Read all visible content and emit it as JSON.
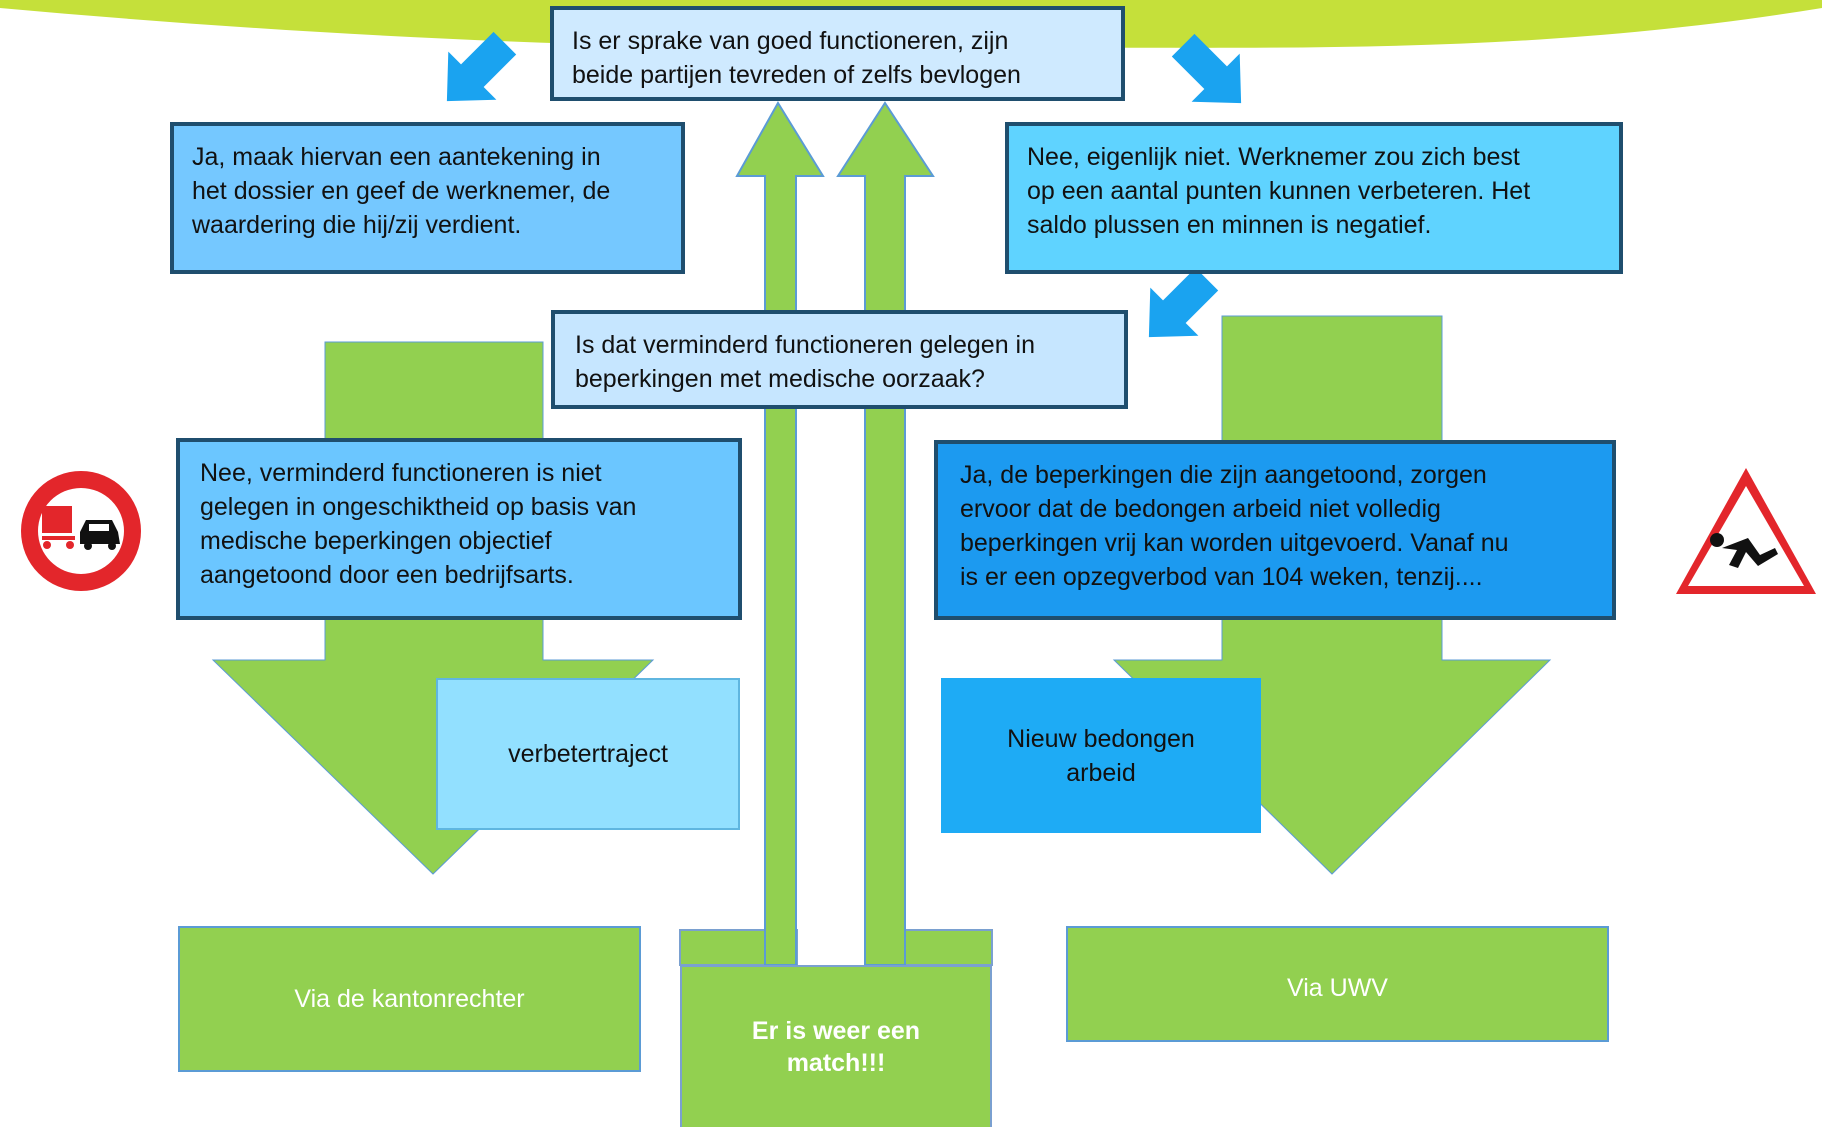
{
  "question_top": {
    "line1": "Is er sprake van goed functioneren, zijn",
    "line2": "beide partijen tevreden of zelfs bevlogen"
  },
  "answer_yes_left": {
    "line1": "Ja, maak hiervan een aantekening in",
    "line2": "het dossier en geef de werknemer, de",
    "line3": "waardering die hij/zij verdient."
  },
  "answer_no_right": {
    "line1": "Nee, eigenlijk niet. Werknemer zou zich best",
    "line2": "op een aantal punten kunnen verbeteren. Het",
    "line3": "saldo plussen en minnen is negatief."
  },
  "question_mid": {
    "line1": "Is dat verminderd functioneren gelegen in",
    "line2": "beperkingen met medische oorzaak?"
  },
  "answer_nee_left": {
    "line1": "Nee, verminderd functioneren is niet",
    "line2": "gelegen in ongeschiktheid op basis van",
    "line3": "medische beperkingen objectief",
    "line4": "aangetoond door een bedrijfsarts."
  },
  "answer_ja_right": {
    "line1": "Ja, de beperkingen die zijn aangetoond, zorgen",
    "line2": "ervoor dat de bedongen arbeid niet volledig",
    "line3": "beperkingen vrij kan worden uitgevoerd. Vanaf nu",
    "line4": "is er een opzegverbod van 104 weken, tenzij...."
  },
  "verbetertraject": "verbetertraject",
  "nieuw_bedongen": {
    "line1": "Nieuw bedongen",
    "line2": "arbeid"
  },
  "via_kantonrechter": "Via de kantonrechter",
  "via_uwv": "Via UWV",
  "match": {
    "line1": "Er is weer een",
    "line2": "match!!!"
  },
  "icons": {
    "left": "no-overtaking-sign-icon",
    "right": "warning-slip-fall-icon"
  },
  "colors": {
    "green": "#92d050",
    "lime_banner": "#c5e03a",
    "arrow_blue": "#1aa3f0",
    "sign_red": "#e3262b"
  }
}
